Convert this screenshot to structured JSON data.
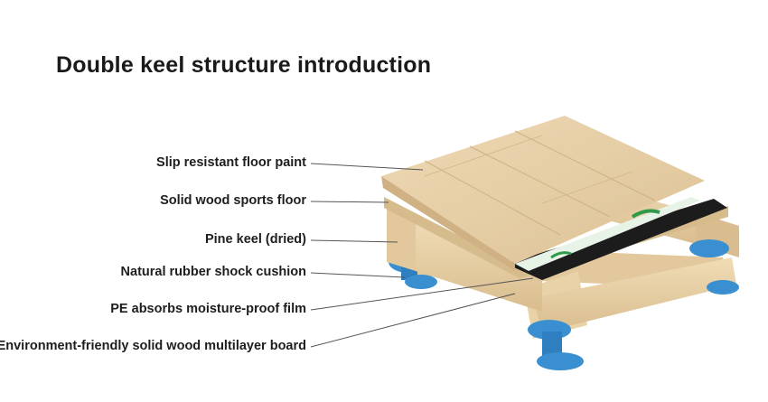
{
  "title": "Double keel structure introduction",
  "labels": [
    "Slip resistant floor paint",
    "Solid wood sports floor",
    "Pine keel (dried)",
    "Natural rubber shock cushion",
    "PE absorbs moisture-proof film",
    "Environment-friendly solid wood multilayer board"
  ],
  "colors": {
    "wood": "#e6cfa6",
    "keel": "#e9d2a8",
    "rubber": "#3a8fd1",
    "film": "#1c1c1c",
    "leader": "#555555"
  }
}
